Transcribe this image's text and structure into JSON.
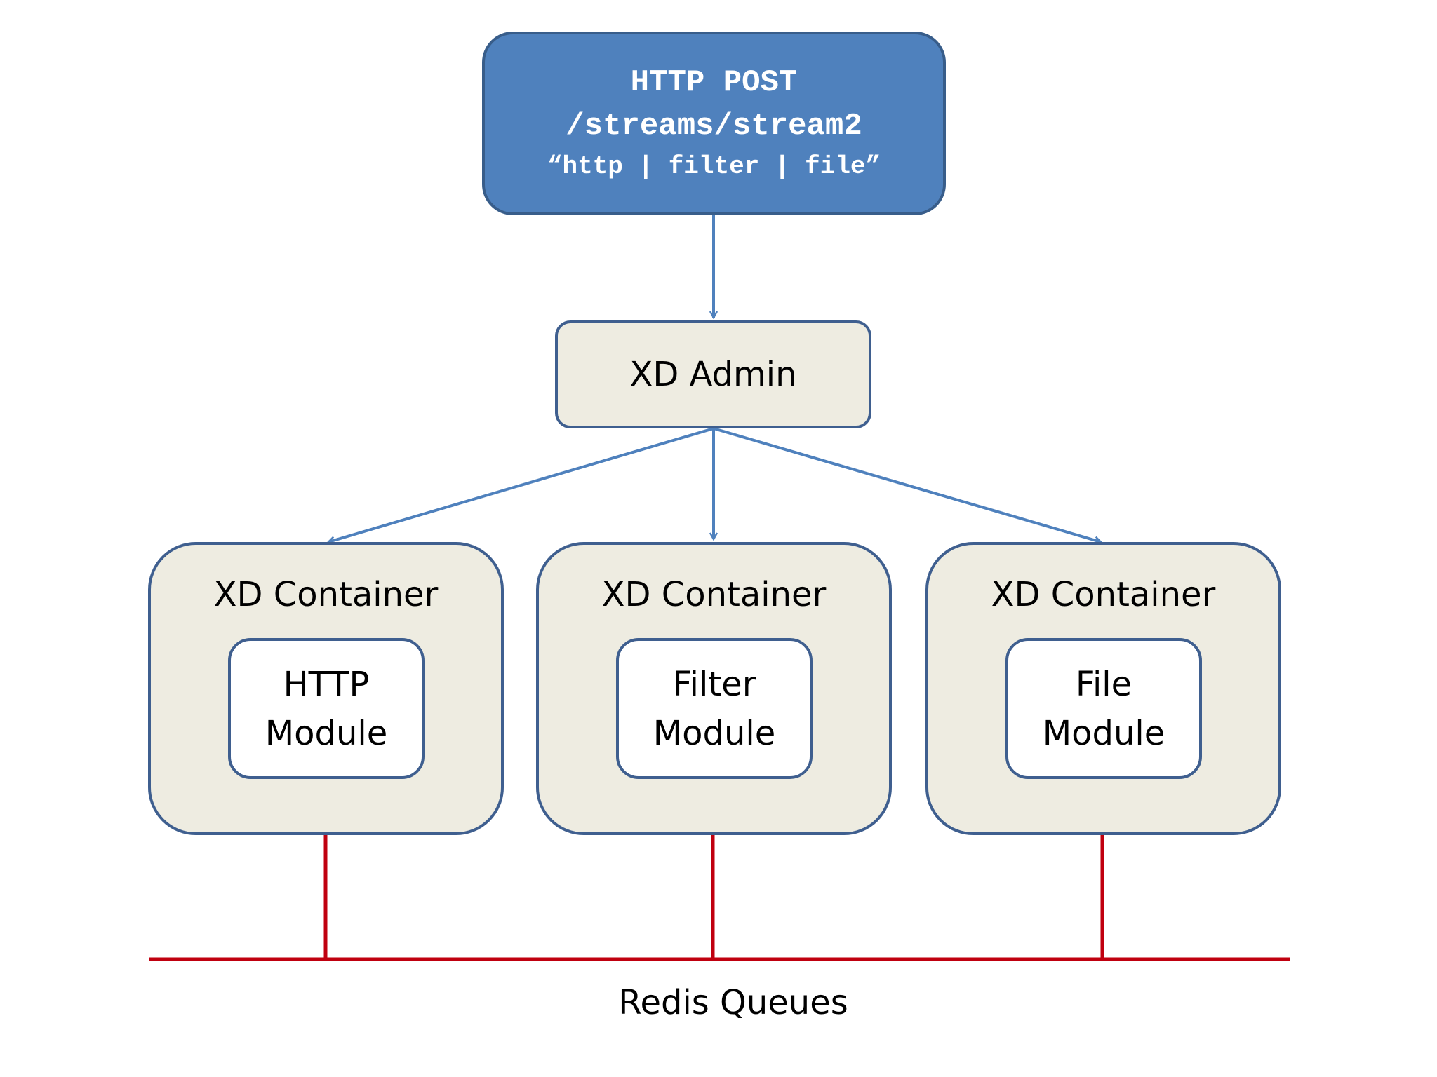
{
  "post_box": {
    "line1": "HTTP POST",
    "line2": "/streams/stream2",
    "line3": "“http | filter |  file”"
  },
  "admin": {
    "label": "XD Admin"
  },
  "containers": [
    {
      "title": "XD Container",
      "module_line1": "HTTP",
      "module_line2": "Module"
    },
    {
      "title": "XD Container",
      "module_line1": "Filter",
      "module_line2": "Module"
    },
    {
      "title": "XD Container",
      "module_line1": "File",
      "module_line2": "Module"
    }
  ],
  "bus": {
    "label": "Redis Queues"
  },
  "colors": {
    "post_fill": "#4f81bd",
    "box_fill": "#eeece1",
    "box_border": "#3f5f8f",
    "arrow": "#4f81bd",
    "bus_line": "#c0000f"
  }
}
